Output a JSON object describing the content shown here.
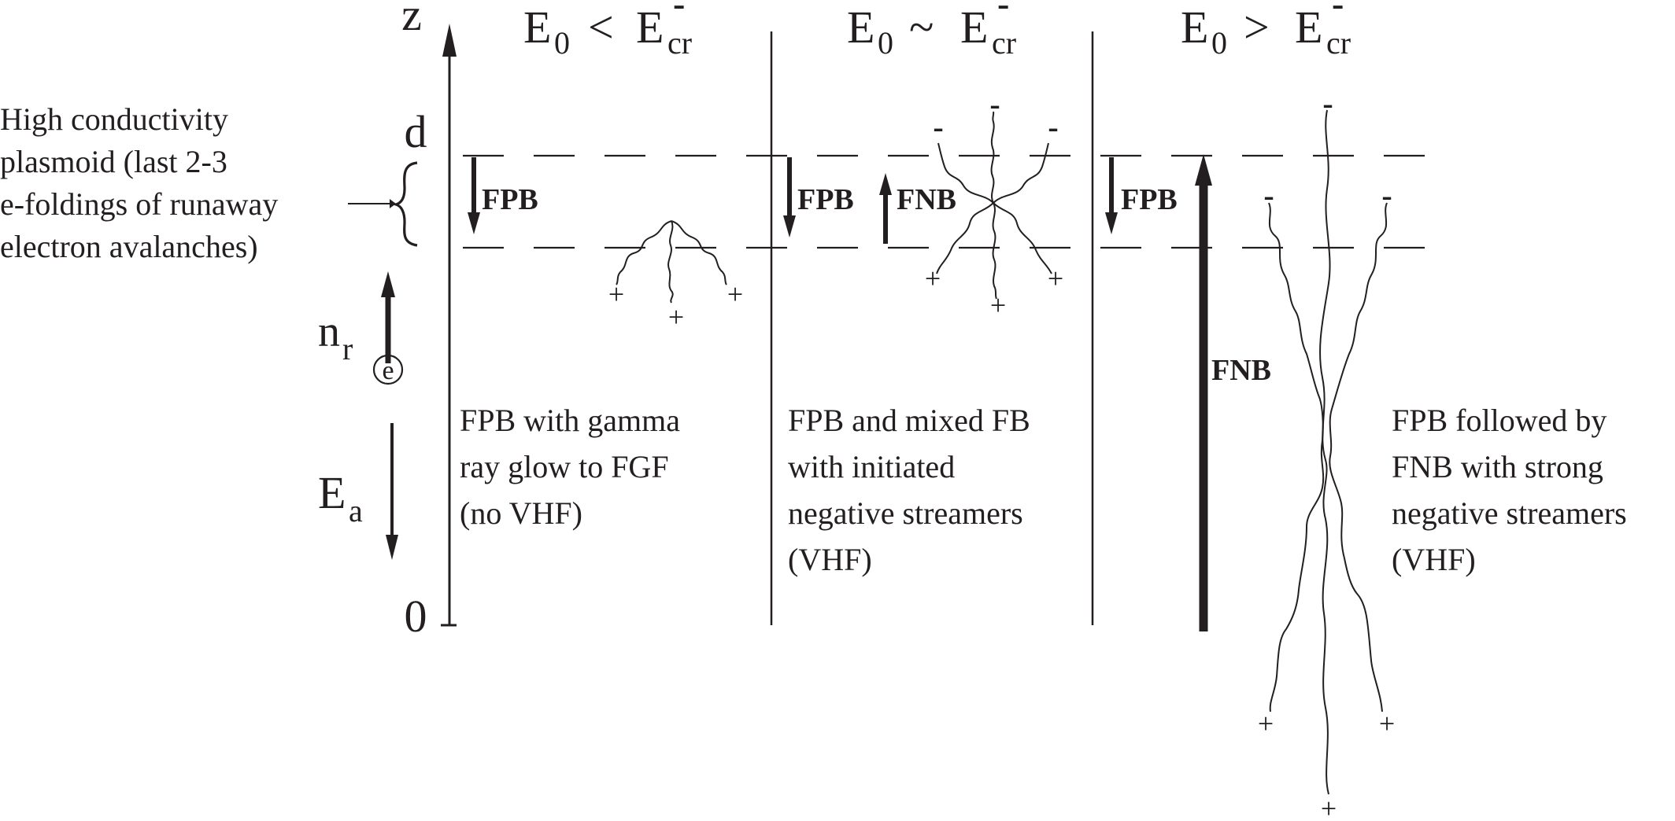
{
  "axis": {
    "z_label": "z",
    "d_label": "d",
    "zero_label": "0",
    "nr_main": "n",
    "nr_sub": "r",
    "electron_symbol": "e",
    "ea_main": "E",
    "ea_sub": "a"
  },
  "plasmoid_note": {
    "lines": [
      "High conductivity",
      "plasmoid (last 2-3",
      "e-foldings of runaway",
      "electron avalanches)"
    ]
  },
  "columns": [
    {
      "header": {
        "e": "E",
        "e_sub": "0",
        "relation": "<",
        "ecr": "E",
        "ecr_sub": "cr",
        "ecr_sup": "-"
      },
      "fpb_label": "FPB",
      "description": [
        "FPB with gamma",
        "ray glow to FGF",
        "(no VHF)"
      ],
      "streamer_signs": [
        "+",
        "+",
        "+"
      ]
    },
    {
      "header": {
        "e": "E",
        "e_sub": "0",
        "relation": "~",
        "ecr": "E",
        "ecr_sub": "cr",
        "ecr_sup": "-"
      },
      "fpb_label": "FPB",
      "fnb_label": "FNB",
      "description": [
        "FPB and mixed FB",
        "with initiated",
        "negative streamers",
        "(VHF)"
      ],
      "streamer_signs": [
        "-",
        "-",
        "-",
        "+",
        "+",
        "+"
      ]
    },
    {
      "header": {
        "e": "E",
        "e_sub": "0",
        "relation": ">",
        "ecr": "E",
        "ecr_sub": "cr",
        "ecr_sup": "-"
      },
      "fpb_label": "FPB",
      "fnb_label": "FNB",
      "description": [
        "FPB followed by",
        "FNB with strong",
        "negative streamers",
        "(VHF)"
      ],
      "streamer_signs": [
        "-",
        "-",
        "-",
        "+",
        "+",
        "+"
      ]
    }
  ]
}
